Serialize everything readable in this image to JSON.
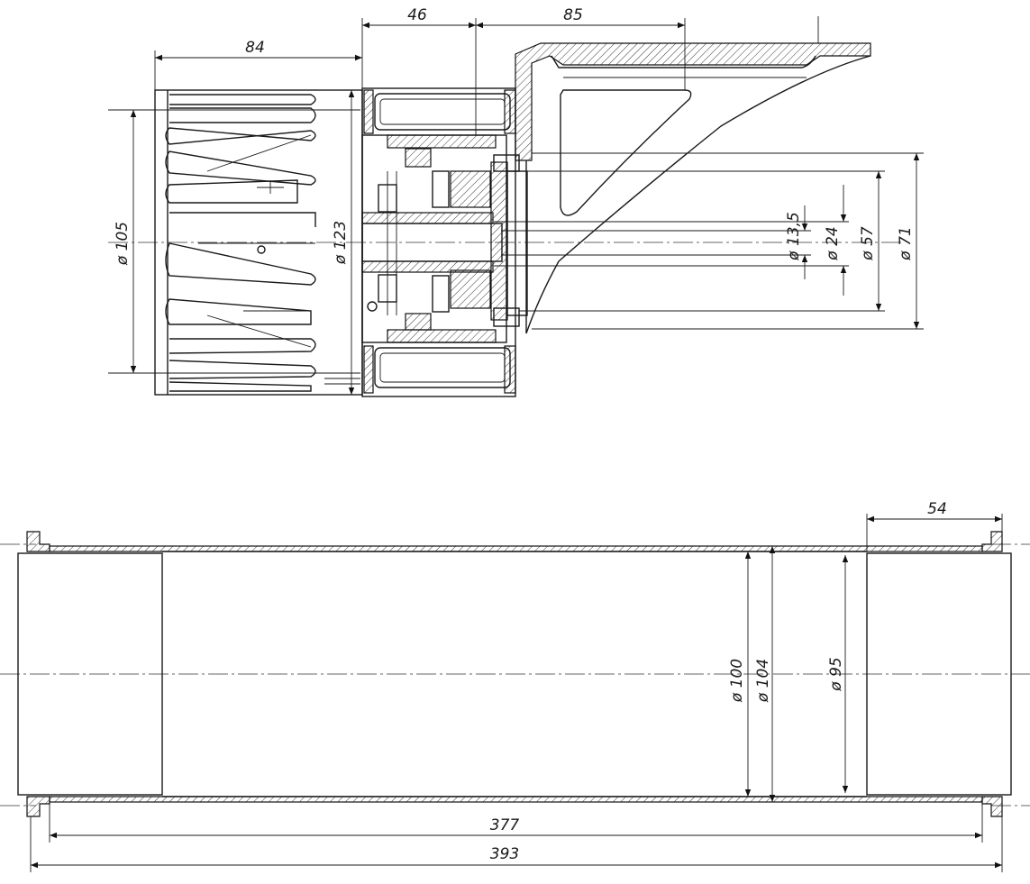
{
  "drawing": {
    "top_view": {
      "dim_84": "84",
      "dim_46": "46",
      "dim_85": "85",
      "dia_105": "ø 105",
      "dia_123": "ø 123",
      "dia_13_5": "ø 13,5",
      "dia_24": "ø 24",
      "dia_57": "ø 57",
      "dia_71": "ø 71"
    },
    "bottom_view": {
      "dim_54": "54",
      "dia_100": "ø 100",
      "dia_104": "ø 104",
      "dia_95": "ø 95",
      "dim_377": "377",
      "dim_393": "393"
    }
  }
}
